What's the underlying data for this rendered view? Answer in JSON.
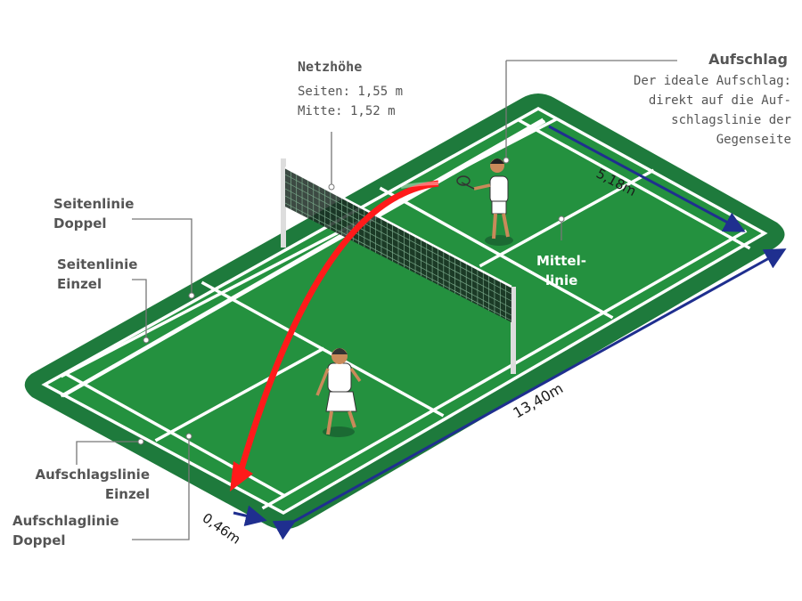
{
  "colors": {
    "court_border": "#1e7a3c",
    "court_surface": "#24913f",
    "court_lines": "#ffffff",
    "trajectory": "#ff1a1a",
    "dimension_arrow": "#1f2f8f",
    "label_text": "#555555",
    "leader_lines": "#777777"
  },
  "icons": {
    "net": "badminton-net-icon",
    "player_far": "player-with-racket-icon",
    "player_near": "player-back-view-icon",
    "shuttle_path": "curved-arrow-icon"
  },
  "labels": {
    "netzhoehe": {
      "title": "Netzhöhe",
      "line1": "Seiten: 1,55 m",
      "line2": "Mitte: 1,52 m"
    },
    "aufschlag": {
      "title": "Aufschlag",
      "line1": "Der ideale Aufschlag:",
      "line2": "direkt auf die Auf-",
      "line3": "schlagslinie der",
      "line4": "Gegenseite"
    },
    "seitenlinie_doppel": {
      "line1": "Seitenlinie",
      "line2": "Doppel"
    },
    "seitenlinie_einzel": {
      "line1": "Seitenlinie",
      "line2": "Einzel"
    },
    "mittellinie": {
      "line1": "Mittel-",
      "line2": "linie"
    },
    "aufschlagslinie_einzel": {
      "line1": "Aufschlagslinie",
      "line2": "Einzel"
    },
    "aufschlaglinie_doppel": {
      "line1": "Aufschlaglinie",
      "line2": "Doppel"
    }
  },
  "dimensions": {
    "length": "13,40m",
    "width": "5,18m",
    "back_gap": "0,46m"
  }
}
